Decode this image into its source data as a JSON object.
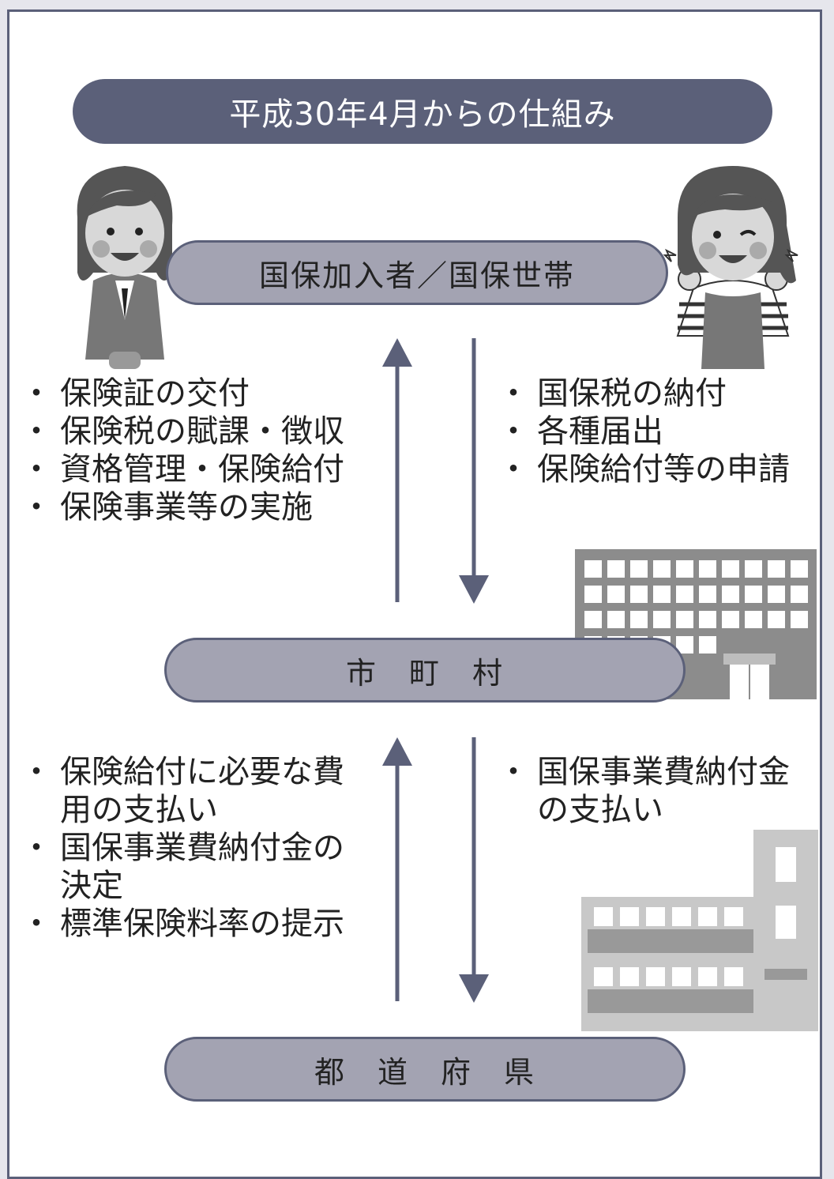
{
  "title": "平成30年4月からの仕組み",
  "nodes": {
    "members": "国保加入者／国保世帯",
    "municipal": "市　町　村",
    "prefecture": "都　道　府　県"
  },
  "flows": {
    "municipal_to_members": [
      "保険証の交付",
      "保険税の賦課・徴収",
      "資格管理・保険給付",
      "保険事業等の実施"
    ],
    "members_to_municipal": [
      "国保税の納付",
      "各種届出",
      "保険給付等の申請"
    ],
    "prefecture_to_municipal": [
      "保険給付に必要な費用の支払い",
      "国保事業費納付金の決定",
      "標準保険料率の提示"
    ],
    "municipal_to_prefecture": [
      "国保事業費納付金の支払い"
    ]
  },
  "icons": {
    "woman_suit": "woman-in-suit-illustration",
    "woman_apron": "woman-in-apron-illustration",
    "municipal_building": "office-building-illustration",
    "prefecture_building": "government-building-illustration"
  },
  "colors": {
    "frame": "#5b6079",
    "pill": "#a3a3b2",
    "arrow": "#5b6079"
  }
}
